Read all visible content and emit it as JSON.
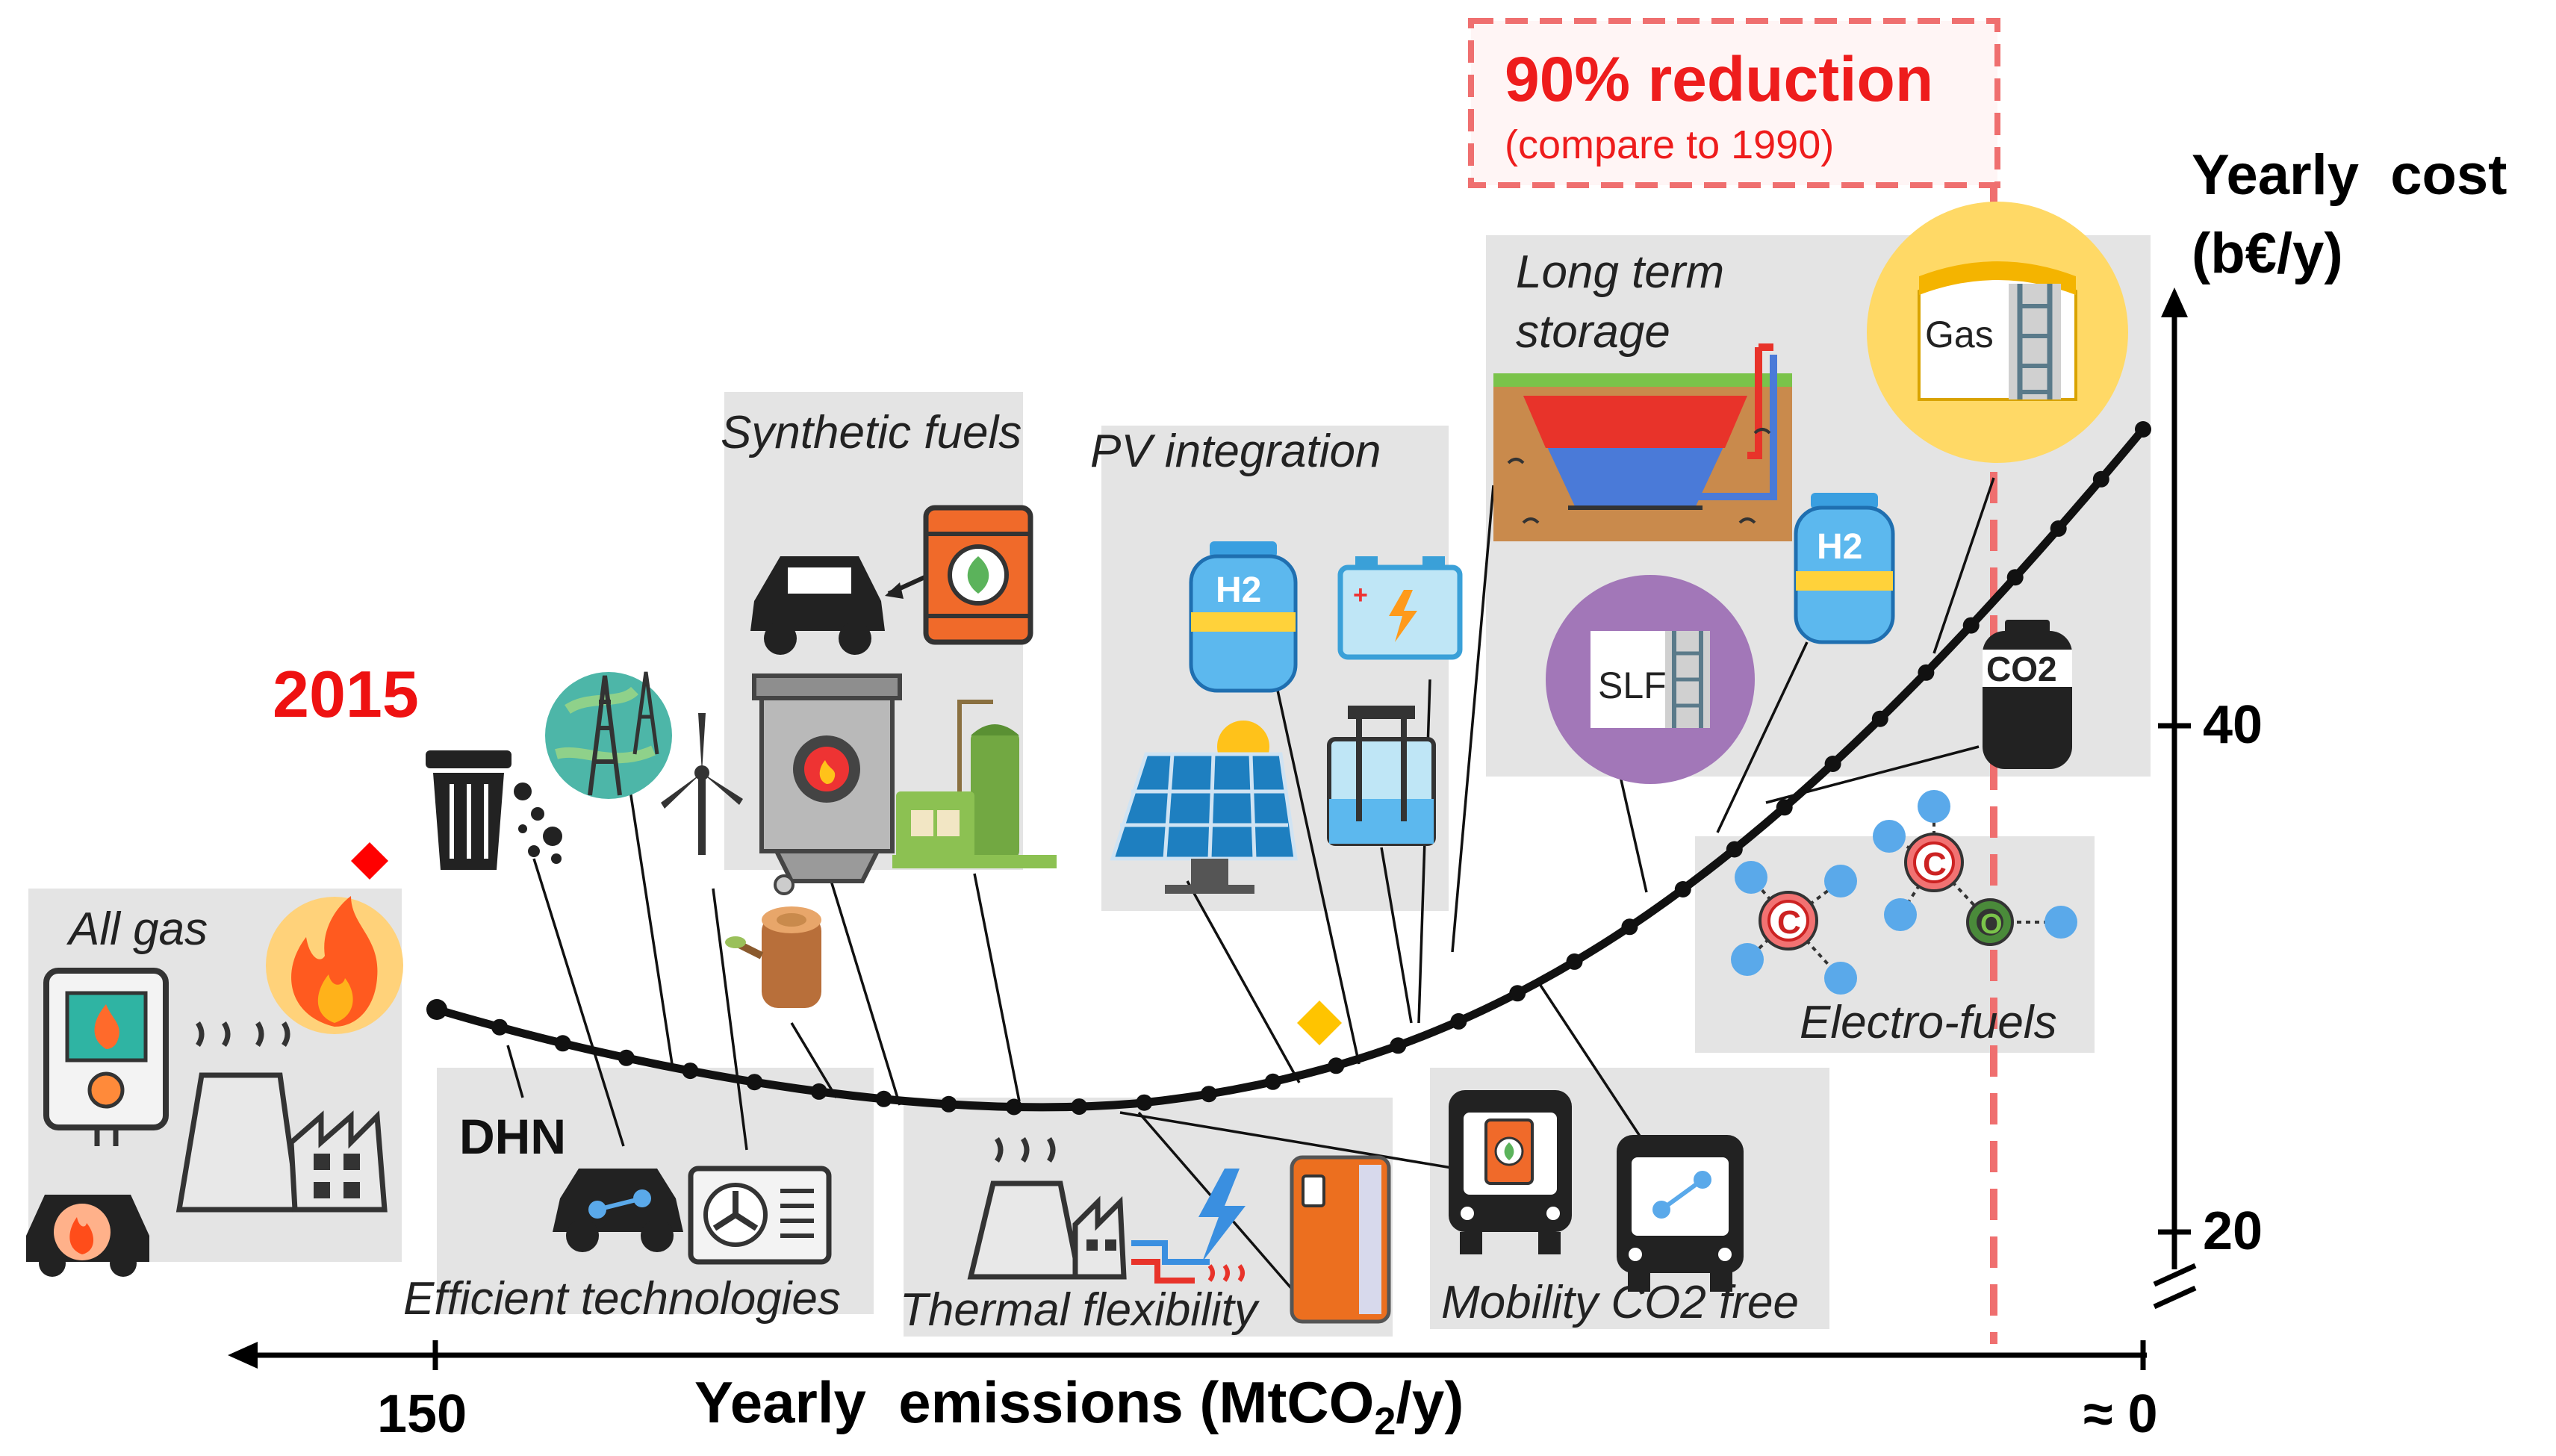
{
  "colors": {
    "panel": "#e4e4e4",
    "curve": "#111111",
    "axis": "#000000",
    "highlight": "#ff0000",
    "reduction_border": "#ef6f6f",
    "marker_2015": "#ff0000",
    "marker_point": "#ffc400",
    "gas_circle": "#ffd966",
    "slf_circle": "#a277b8"
  },
  "reduction": {
    "title": "90% reduction",
    "subtitle": "(compare to 1990)"
  },
  "year_label": "2015",
  "y_axis": {
    "title_line1": "Yearly  cost",
    "title_line2": "(b€/y)",
    "ticks": [
      "40",
      "20"
    ]
  },
  "x_axis": {
    "title_main": "Yearly  emissions (MtCO",
    "title_sub": "2",
    "title_end": "/y)",
    "ticks": [
      "150",
      "≈ 0"
    ]
  },
  "captions": {
    "all_gas": "All gas",
    "dhn": "DHN",
    "efficient_technologies": "Efficient technologies",
    "synthetic_fuels": "Synthetic fuels",
    "thermal_flexibility": "Thermal flexibility",
    "pv_integration": "PV integration",
    "long_term_storage_1": "Long term",
    "long_term_storage_2": "storage",
    "mobility_co2_free": "Mobility CO2 free",
    "electro_fuels": "Electro-fuels"
  },
  "icon_labels": {
    "h2": "H2",
    "gas": "Gas",
    "slf": "SLF",
    "co2": "CO2",
    "carbon": "C",
    "oxygen": "O"
  },
  "icons": [
    "boiler-icon",
    "flame-icon",
    "factory-icon",
    "car-flame-icon",
    "trash-bin-icon",
    "power-grid-icon",
    "wind-turbine-icon",
    "electric-car-icon",
    "heat-pump-icon",
    "car-icon",
    "biofuel-barrel-icon",
    "incinerator-icon",
    "biogas-plant-icon",
    "wood-log-icon",
    "thermal-plant-icon",
    "lightning-icon",
    "heat-storage-tank-icon",
    "h2-tank-icon",
    "battery-icon",
    "solar-panel-icon",
    "electrolyser-icon",
    "seasonal-storage-pit-icon",
    "gas-storage-icon",
    "slf-storage-icon",
    "co2-tank-icon",
    "bus-biofuel-icon",
    "bus-electric-icon",
    "molecule-icon"
  ]
}
